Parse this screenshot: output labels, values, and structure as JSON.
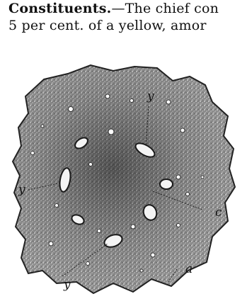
{
  "paragraph": {
    "heading": "Constituents.",
    "line1_rest": "—The chief con",
    "line2": "5 per cent. of a yellow, amor"
  },
  "figure": {
    "labels": {
      "y_top": "y",
      "y_left": "y",
      "y_bottom": "y",
      "c": "c",
      "a": "a"
    }
  }
}
